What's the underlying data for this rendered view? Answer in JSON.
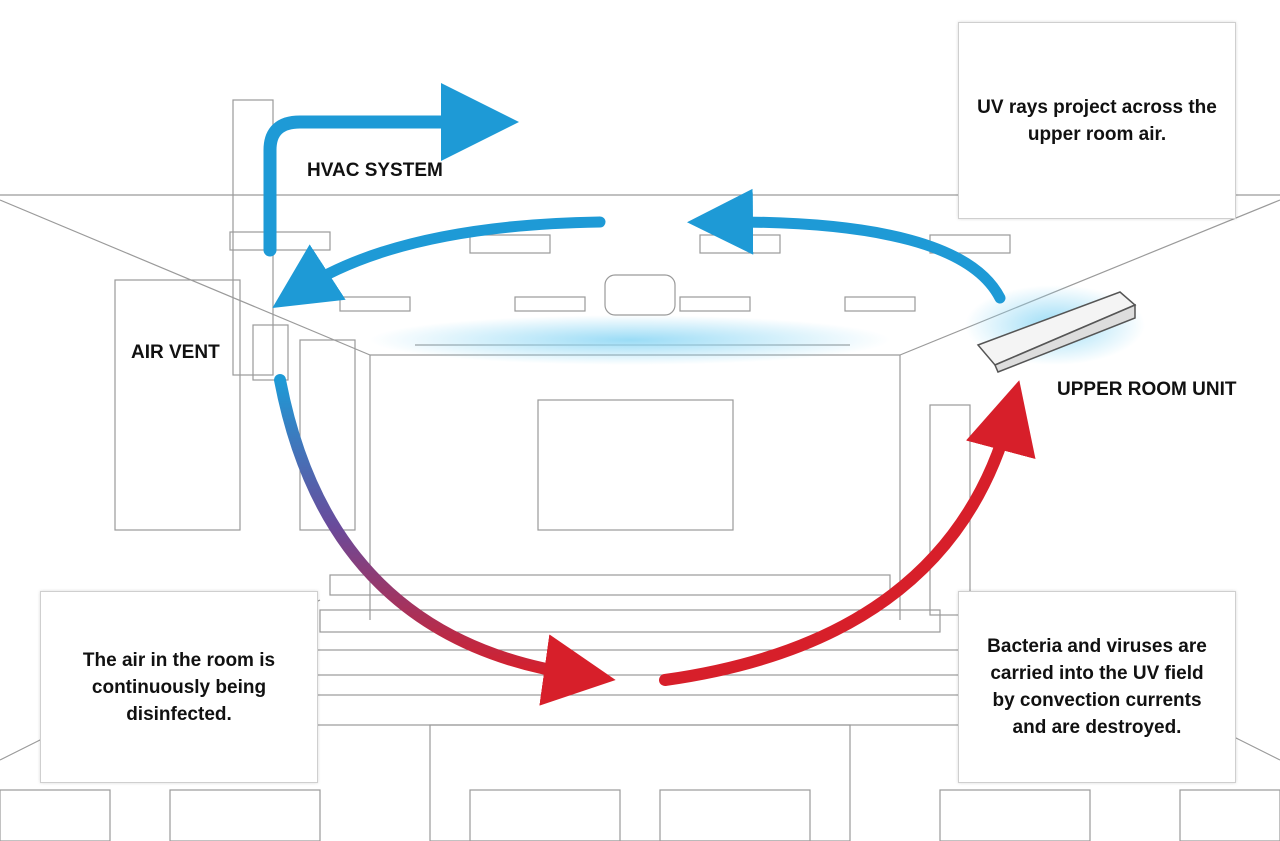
{
  "labels": {
    "hvac": "HVAC SYSTEM",
    "air_vent": "AIR VENT",
    "upper_room_unit": "UPPER ROOM UNIT"
  },
  "callouts": {
    "uv_rays": "UV rays project across the upper room air.",
    "air_disinfected": "The air in the room is continuously being disinfected.",
    "convection": "Bacteria and viruses are carried into the UV field by convection currents and are destroyed."
  },
  "colors": {
    "cool_air": "#1e9ad6",
    "warm_air": "#d71f2a",
    "uv_glow": "#8fd8f5",
    "sketch_line": "#9a9a9a"
  }
}
